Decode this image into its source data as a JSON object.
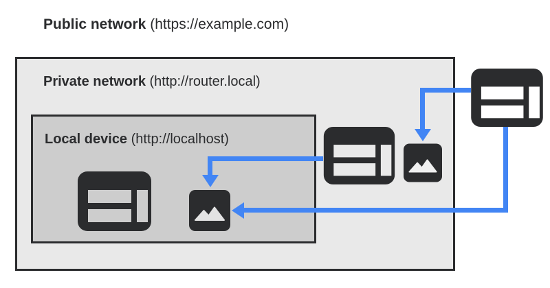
{
  "colors": {
    "page_bg": "#ffffff",
    "ink": "#2b2c2e",
    "arrow": "#4285f4",
    "private_bg": "#e9e9e9",
    "local_bg": "#cdcdcd"
  },
  "labels": {
    "public": {
      "name": "Public network",
      "url": "(https://example.com)"
    },
    "private": {
      "name": "Private network",
      "url": "(http://router.local)"
    },
    "local": {
      "name": "Local device",
      "url": "(http://localhost)"
    }
  },
  "diagram": {
    "nodes": [
      {
        "id": "public-webpage",
        "icon": "browser-window-icon",
        "network": "public"
      },
      {
        "id": "private-webpage",
        "icon": "browser-window-icon",
        "network": "private"
      },
      {
        "id": "private-image",
        "icon": "image-icon",
        "network": "private"
      },
      {
        "id": "local-webpage",
        "icon": "browser-window-icon",
        "network": "local"
      },
      {
        "id": "local-image",
        "icon": "image-icon",
        "network": "local"
      }
    ],
    "arrows": [
      {
        "from": "private-webpage",
        "to": "local-image"
      },
      {
        "from": "public-webpage",
        "to": "private-image"
      },
      {
        "from": "public-webpage",
        "to": "local-image"
      }
    ]
  }
}
